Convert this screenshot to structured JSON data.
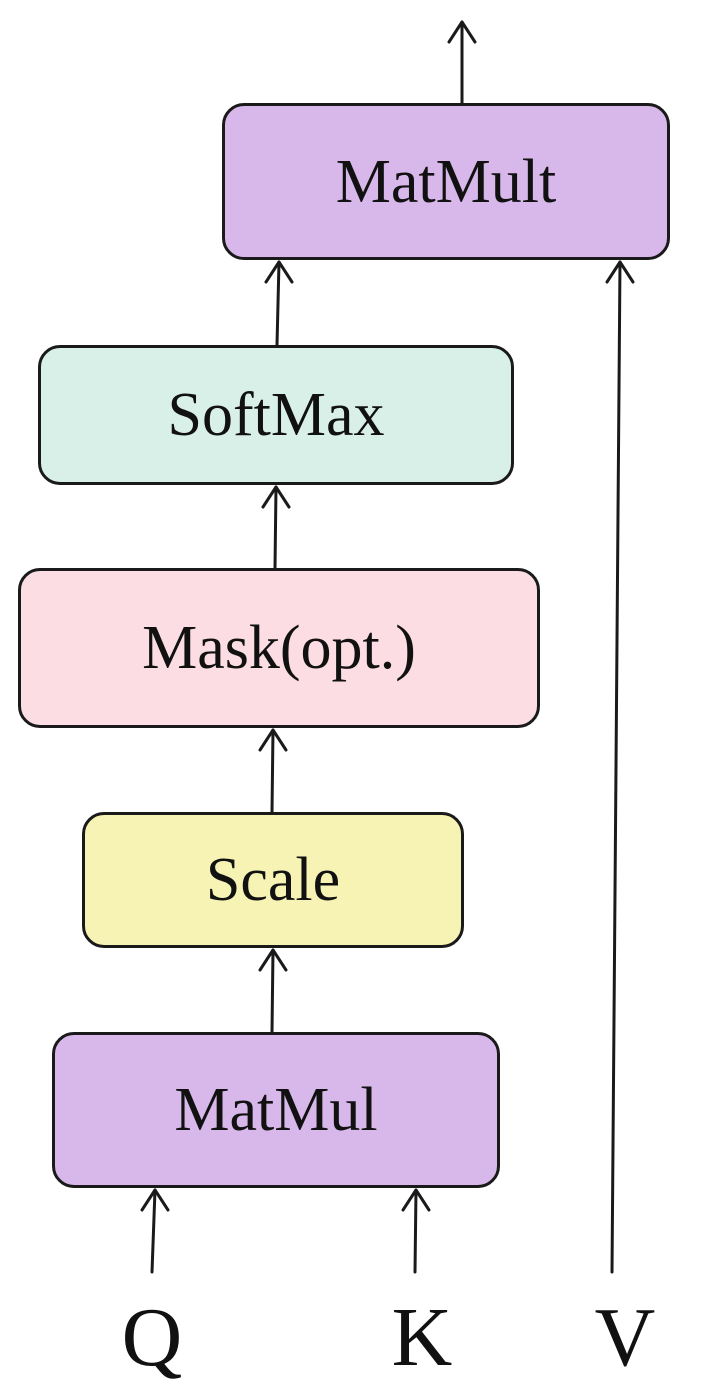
{
  "blocks": {
    "matmult": {
      "label": "MatMult",
      "color": "#d8b8ea"
    },
    "softmax": {
      "label": "SoftMax",
      "color": "#d9f0e8"
    },
    "mask": {
      "label": "Mask(opt.)",
      "color": "#fbdde3"
    },
    "scale": {
      "label": "Scale",
      "color": "#f6f3b5"
    },
    "matmul": {
      "label": "MatMul",
      "color": "#d8b8ea"
    }
  },
  "inputs": {
    "q": "Q",
    "k": "K",
    "v": "V"
  },
  "colors": {
    "stroke": "#1a1a1a",
    "text": "#111111",
    "background": "#ffffff"
  }
}
